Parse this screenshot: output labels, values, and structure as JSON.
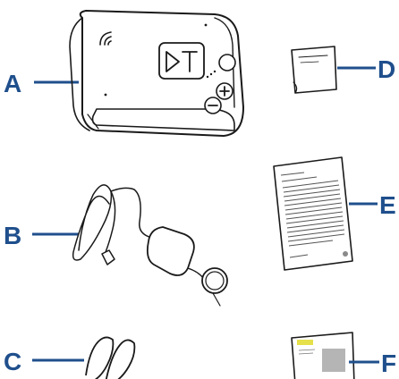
{
  "callouts": {
    "a": "A",
    "b": "B",
    "c": "C",
    "d": "D",
    "e": "E",
    "f": "F"
  },
  "colors": {
    "callout": "#1f4f8c",
    "ink": "#1a1a1a",
    "label_yellow": "#e6e04a",
    "gray": "#b5b5b5"
  },
  "icons": {
    "device_logo": "play-t-logo",
    "wireless": "wifi-signal-icon",
    "plus": "plus-icon",
    "minus": "minus-icon"
  }
}
